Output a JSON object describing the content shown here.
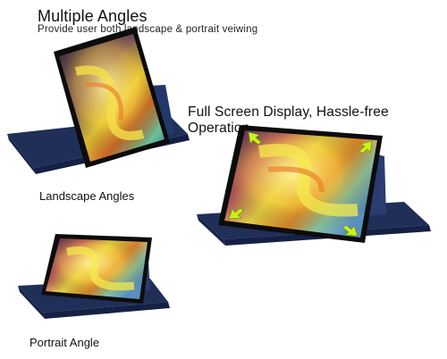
{
  "header": {
    "title": "Multiple Angles",
    "subtitle": "Provide user both landscape & portrait veiwing"
  },
  "feature_caption": "Full Screen Display, Hassle-free Operation",
  "captions": {
    "landscape": "Landscape Angles",
    "portrait": "Portrait Angle"
  },
  "colors": {
    "case_navy": "#1f2f57",
    "case_dark": "#17244a",
    "bezel": "#0c0c0c",
    "arrow_yellow": "#c9f21a"
  }
}
